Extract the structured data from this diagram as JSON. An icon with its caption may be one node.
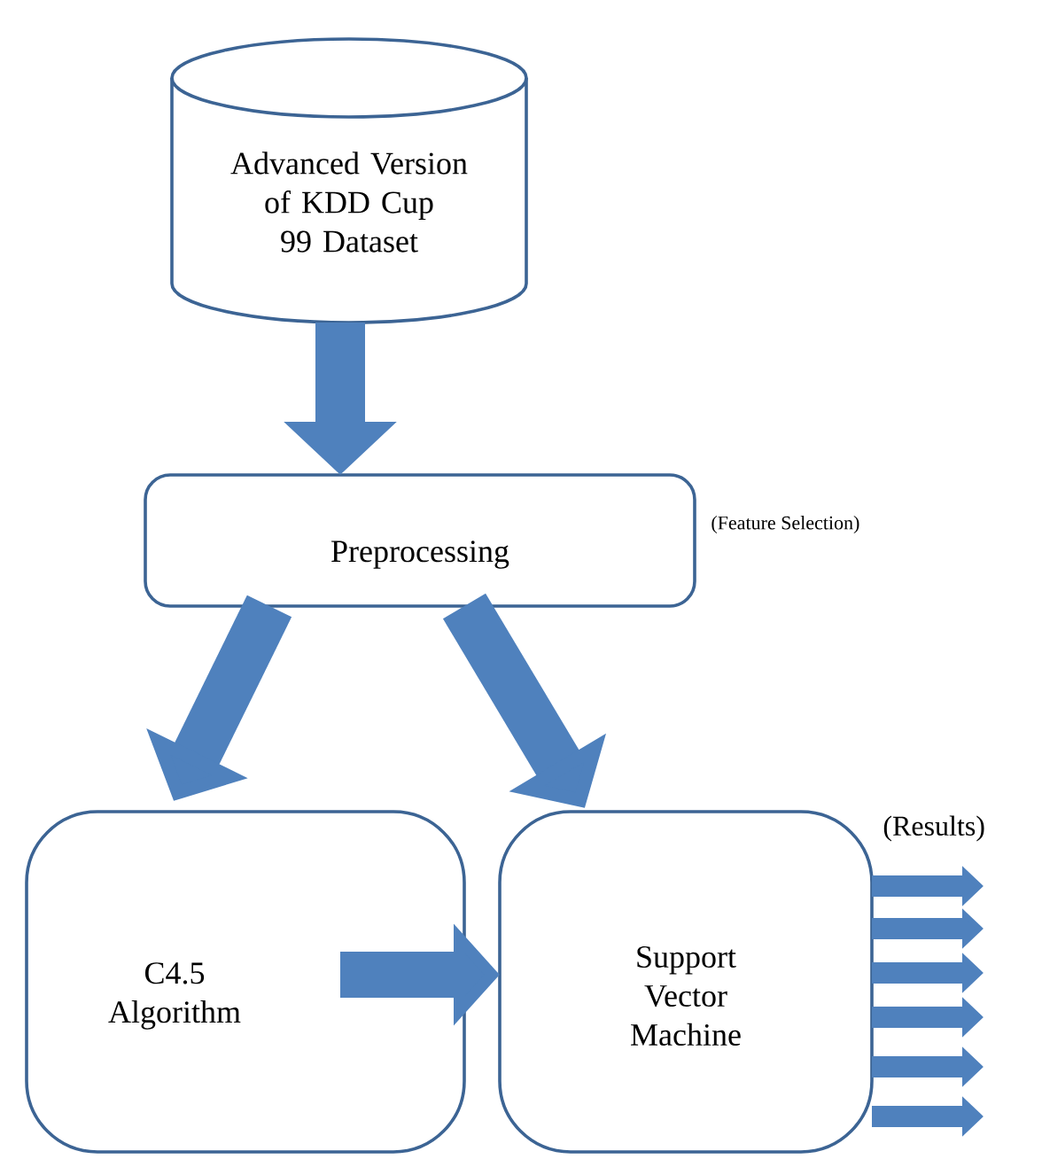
{
  "diagram": {
    "nodes": [
      {
        "text": [
          "Advanced Version of KDD Cup 99 Dataset"
        ]
      },
      {
        "text": [
          "Preprocessing"
        ],
        "beside": [
          "(Feature Selection)"
        ]
      },
      {
        "text": [
          "C4.5 Algorithm"
        ]
      },
      {
        "text": [
          "Support Vector Machine"
        ]
      }
    ],
    "edges": [
      {
        "from": 0,
        "to": 1,
        "arrow": "to",
        "style": "thick"
      },
      {
        "from": 1,
        "to": 2,
        "arrow": "to",
        "style": "thick"
      },
      {
        "from": 1,
        "to": 3,
        "arrow": "to",
        "style": "thick"
      },
      {
        "from": 2,
        "to": 3,
        "arrow": "to",
        "style": "thick"
      },
      {
        "from": 3,
        "to": null,
        "arrow": "to"
      },
      {
        "from": 3,
        "to": null,
        "arrow": "to"
      },
      {
        "from": 3,
        "to": null,
        "arrow": "to"
      },
      {
        "from": 3,
        "to": null,
        "arrow": "to"
      },
      {
        "from": 3,
        "to": null,
        "arrow": "to"
      },
      {
        "from": 3,
        "to": null,
        "arrow": "to"
      }
    ],
    "labels": [
      "(Results)"
    ]
  }
}
